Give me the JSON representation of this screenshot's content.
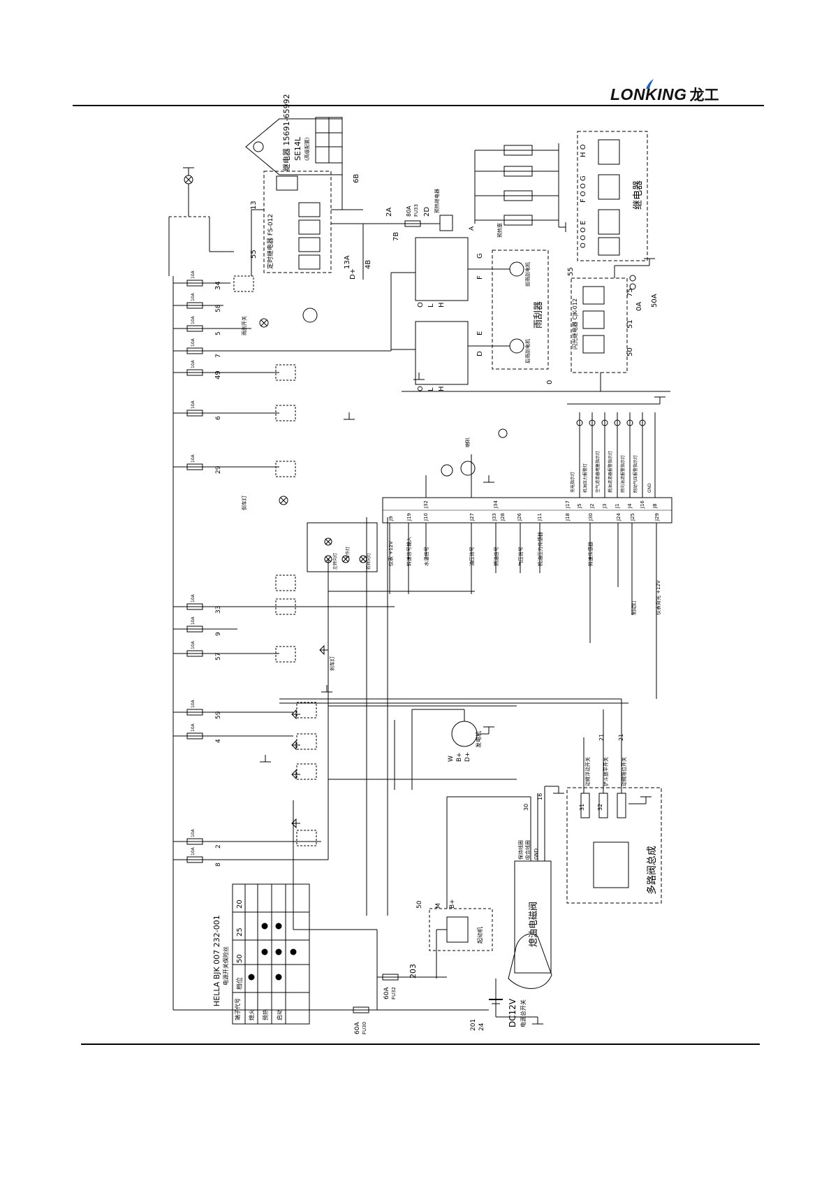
{
  "header": {
    "brand_latin": "LONKING",
    "brand_cn": "龙工"
  },
  "colors": {
    "ink": "#000000",
    "brand_accent": "#1a5fb4",
    "page": "#ffffff"
  },
  "diagram": {
    "fuse_table": {
      "title": "HELLA BJK 007 232-001",
      "subtitle": "电源开关保险丝",
      "columns": [
        "20",
        "25",
        "50",
        "档位"
      ],
      "rows": [
        "端子代号",
        "熄火",
        "预热",
        "启动"
      ]
    },
    "battery": {
      "label": "DC12V",
      "switch_label": "电源总开关",
      "wire_a": "201",
      "wire_b": "24",
      "fuse_main": "60A",
      "fuse_main_id": "FU30",
      "fuse_start": "60A",
      "fuse_start_id": "FU32",
      "wire_c": "203"
    },
    "fuses": [
      {
        "label": "10A",
        "id": "FU2",
        "wire": "8"
      },
      {
        "label": "10A",
        "id": "FU3",
        "wire": "2"
      },
      {
        "label": "10A",
        "id": "FU4",
        "wire": "4"
      },
      {
        "label": "10A",
        "id": "FU5",
        "wire": "59"
      },
      {
        "label": "10A",
        "id": "FU6",
        "wire": "57"
      },
      {
        "label": "10A",
        "id": "FU7",
        "wire": "9"
      },
      {
        "label": "10A",
        "id": "FU8",
        "wire": "33"
      },
      {
        "label": "10A",
        "id": "FU9",
        "wire": "29"
      },
      {
        "label": "10A",
        "id": "FU10",
        "wire": "6"
      },
      {
        "label": "10A",
        "id": "FU11",
        "wire": "49"
      },
      {
        "label": "10A",
        "id": "FU12",
        "wire": "7"
      },
      {
        "label": "10A",
        "id": "FU13",
        "wire": "5"
      },
      {
        "label": "10A",
        "id": "FU14",
        "wire": "58"
      },
      {
        "label": "10A",
        "id": "FU15",
        "wire": "34"
      }
    ],
    "relay_module": {
      "title": "继电器 15691-65992",
      "code": "SE14L",
      "note": "(高级配置)"
    },
    "timer_module": {
      "label": "定时继电器 FS-012",
      "wires": [
        "13",
        "55",
        "13A",
        "4B",
        "D+",
        "6B"
      ]
    },
    "glow_plugs": {
      "fuse": "80A",
      "fuse_id": "FU33",
      "wires": [
        "2A",
        "2D",
        "7B",
        "A"
      ],
      "relay_label": "预热继电器",
      "plug_label": "预热塞"
    },
    "wiper": {
      "label": "雨刮器",
      "motor_front": "前雨刮电机",
      "motor_rear": "后雨刮电机",
      "terminals_top": [
        "O",
        "L",
        "H"
      ],
      "terminals_bottom": [
        "O",
        "L",
        "H"
      ],
      "wires": [
        "G",
        "F",
        "E",
        "D"
      ]
    },
    "flasher": {
      "label": "闪光继电器 CJK-012",
      "wires": [
        "55",
        "75",
        "0A",
        "51",
        "50",
        "0",
        "50A"
      ]
    },
    "relay_box_right": {
      "label": "继电器",
      "rows": [
        "H O",
        "F O O G",
        "O O O E"
      ]
    },
    "controller": {
      "pins_top": [
        "J9",
        "J19",
        "J10",
        "J27",
        "J33",
        "J28",
        "J26",
        "J11",
        "J18",
        "J30",
        "J24",
        "J25",
        "J29"
      ],
      "pins_bottom": [
        "J32",
        "J34",
        "J17",
        "J5",
        "J2",
        "J3",
        "J1",
        "J4",
        "J16",
        "J8"
      ],
      "right_labels": [
        "充电指示灯",
        "机油压力报警灯",
        "空气滤清器堵塞指示灯",
        "燃油滤清器报警指示灯",
        "转向油滤报警指示灯",
        "制动气压报警指示灯",
        "GND"
      ],
      "bottom_labels": [
        "仪表 +12V",
        "转速信号输入",
        "水温信号",
        "油压信号",
        "燃油信号",
        "气压信号",
        "机油压力传感器",
        "转速传感器",
        "制动灯",
        "仪表背光 +12V"
      ]
    },
    "starter": {
      "label": "起动机",
      "wires": [
        "B+",
        "M",
        "50"
      ]
    },
    "alternator": {
      "label": "发电机",
      "wires": [
        "B+",
        "D+",
        "W"
      ]
    },
    "stop_solenoid": {
      "label": "熄油电磁阀",
      "wires": [
        "30",
        "16",
        "保持线圈",
        "吸合线圈",
        "GND"
      ]
    },
    "multi_valve": {
      "label": "多路阀总成",
      "switches": [
        "动臂浮动开关",
        "铲斗放平开关",
        "动臂限位开关"
      ],
      "wires": [
        "21",
        "21",
        "31",
        "32"
      ]
    },
    "lamps": {
      "work": "工作灯",
      "turn_left": "左转向灯",
      "turn_right": "右转向灯",
      "horn": "喇叭",
      "reverse": "倒车灯",
      "brake": "刹车灯",
      "wiper_sw": "雨刮开关"
    }
  }
}
